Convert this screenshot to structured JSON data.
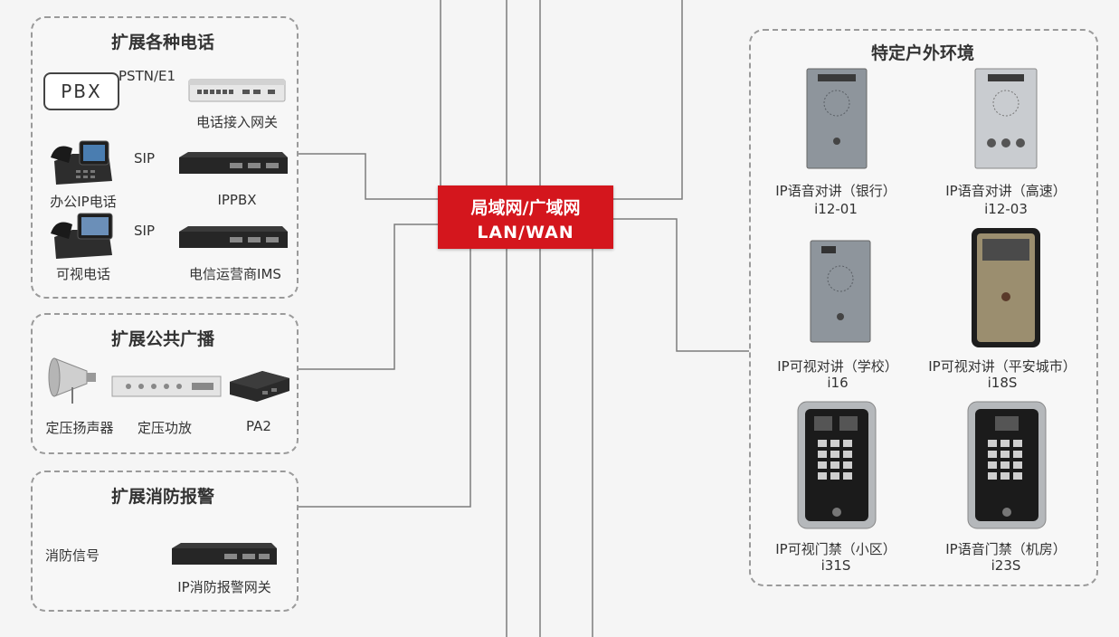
{
  "network": {
    "line1": "局域网/广域网",
    "line2": "LAN/WAN"
  },
  "phones": {
    "title": "扩展各种电话",
    "pbx": "PBX",
    "pstn": "PSTN/E1",
    "gateway": "电话接入网关",
    "sip1": "SIP",
    "office_phone": "办公IP电话",
    "ippbx": "IPPBX",
    "sip2": "SIP",
    "video_phone": "可视电话",
    "ims": "电信运营商IMS"
  },
  "broadcast": {
    "title": "扩展公共广播",
    "speaker": "定压扬声器",
    "amplifier": "定压功放",
    "pa2": "PA2"
  },
  "fire": {
    "title": "扩展消防报警",
    "signal": "消防信号",
    "gateway": "IP消防报警网关"
  },
  "outdoor": {
    "title": "特定户外环境",
    "devices": [
      {
        "name": "IP语音对讲（银行）",
        "model": "i12-01"
      },
      {
        "name": "IP语音对讲（高速）",
        "model": "i12-03"
      },
      {
        "name": "IP可视对讲（学校）",
        "model": "i16"
      },
      {
        "name": "IP可视对讲（平安城市）",
        "model": "i18S"
      },
      {
        "name": "IP可视门禁（小区）",
        "model": "i31S"
      },
      {
        "name": "IP语音门禁（机房）",
        "model": "i23S"
      }
    ]
  },
  "colors": {
    "accent": "#d4161d",
    "line": "#7a7a7a",
    "border": "#9a9a9a"
  }
}
